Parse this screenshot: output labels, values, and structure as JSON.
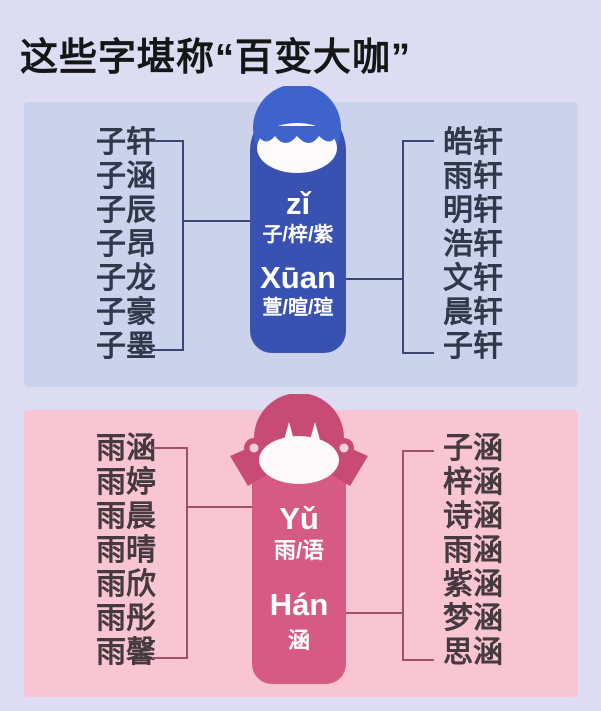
{
  "title": "这些字堪称“百变大咖”",
  "colors": {
    "page_bg": "#dddcf2",
    "boys_panel_bg": "#cbd3ec",
    "girls_panel_bg": "#f9c5d3",
    "boys_pill": "#3951b0",
    "boys_hair": "#3e63cc",
    "girls_pill": "#d65a84",
    "girls_hair": "#c84b75",
    "boys_line": "#3c4673",
    "girls_line": "#9e516b"
  },
  "panels": [
    {
      "id": "boys",
      "left_names": [
        "子轩",
        "子涵",
        "子辰",
        "子昂",
        "子龙",
        "子豪",
        "子墨"
      ],
      "right_names": [
        "皓轩",
        "雨轩",
        "明轩",
        "浩轩",
        "文轩",
        "晨轩",
        "子轩"
      ],
      "pill": {
        "pinyin_top": "zǐ",
        "chars_top": "子/梓/紫",
        "pinyin_bottom": "Xūan",
        "chars_bottom": "萱/暄/瑄"
      }
    },
    {
      "id": "girls",
      "left_names": [
        "雨涵",
        "雨婷",
        "雨晨",
        "雨晴",
        "雨欣",
        "雨彤",
        "雨馨"
      ],
      "right_names": [
        "子涵",
        "梓涵",
        "诗涵",
        "雨涵",
        "紫涵",
        "梦涵",
        "思涵"
      ],
      "pill": {
        "pinyin_top": "Yǔ",
        "chars_top": "雨/语",
        "pinyin_bottom": "Hán",
        "chars_bottom": "涵"
      }
    }
  ]
}
